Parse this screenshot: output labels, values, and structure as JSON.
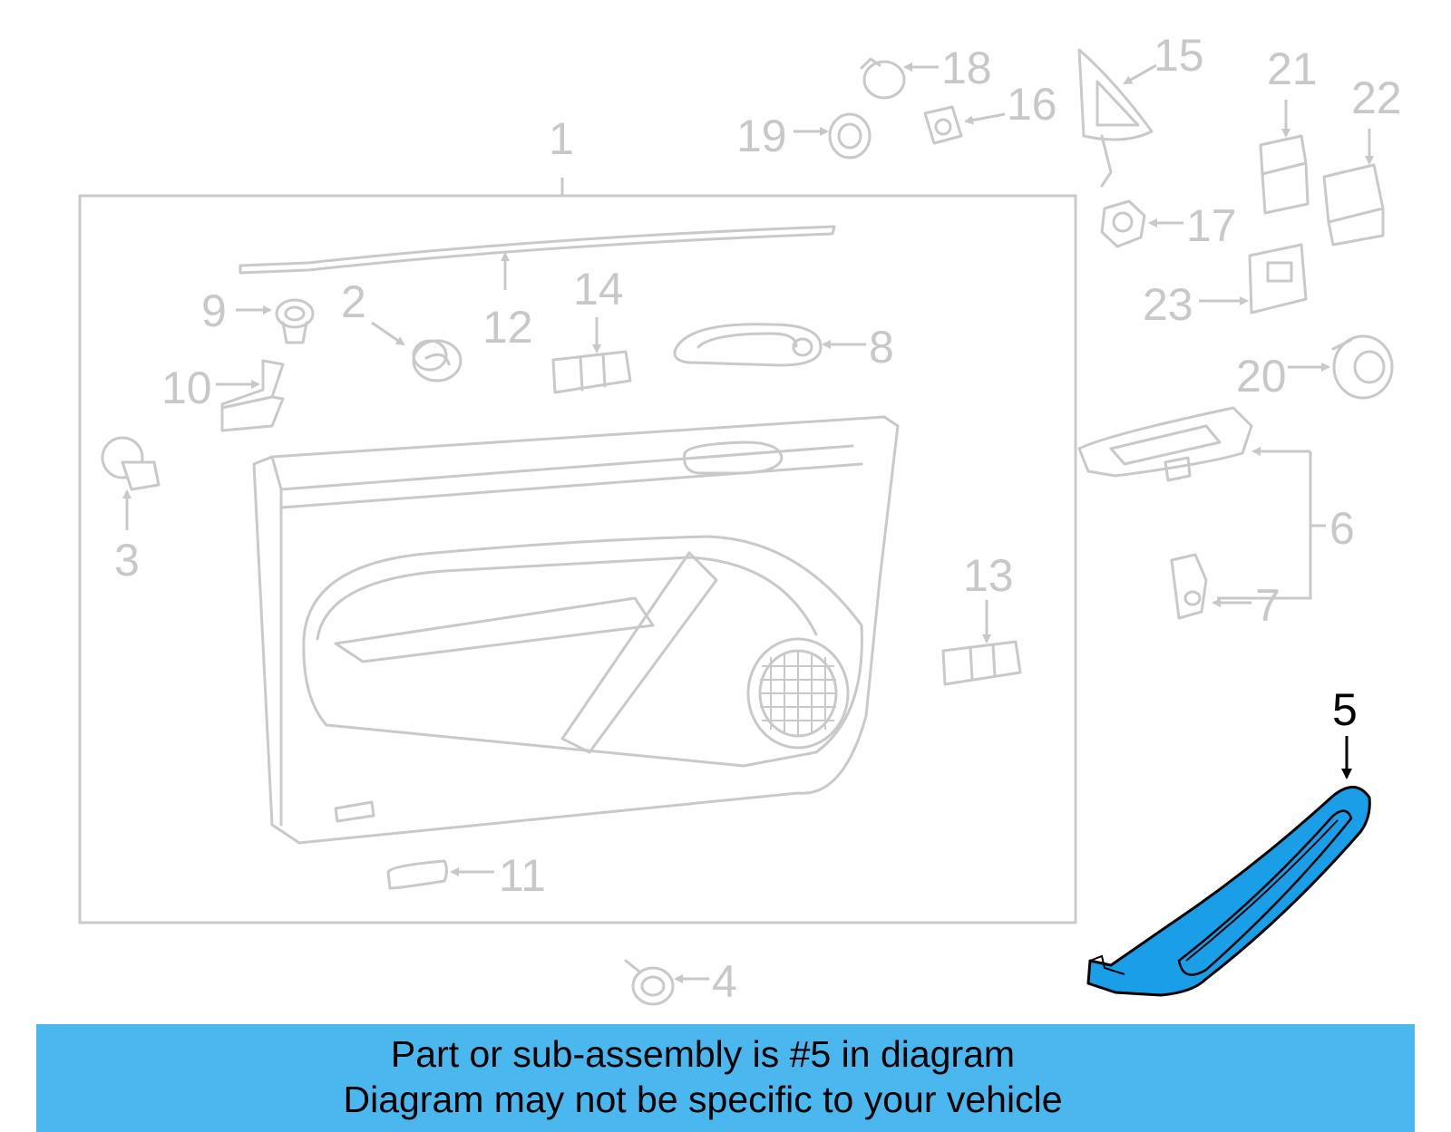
{
  "callouts": [
    "1",
    "2",
    "3",
    "4",
    "5",
    "6",
    "7",
    "8",
    "9",
    "10",
    "11",
    "12",
    "13",
    "14",
    "15",
    "16",
    "17",
    "18",
    "19",
    "20",
    "21",
    "22",
    "23"
  ],
  "highlighted_part": "5",
  "colors": {
    "highlight": "#1a9ee8",
    "banner": "#4ab7ee",
    "faded": "#c8c8c8"
  },
  "banner": {
    "line1": "Part or sub-assembly is #5 in diagram",
    "line2": "Diagram may not be specific to your vehicle"
  }
}
